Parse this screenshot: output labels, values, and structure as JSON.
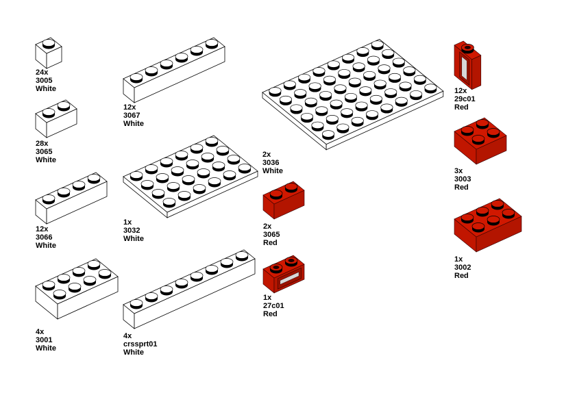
{
  "colors": {
    "White": "#ffffff",
    "Red": "#d01800",
    "Glass": "#d8d8d8",
    "Outline": "#000000"
  },
  "parts": [
    {
      "qty": "24x",
      "part": "3005",
      "color": "White"
    },
    {
      "qty": "28x",
      "part": "3065",
      "color": "White"
    },
    {
      "qty": "12x",
      "part": "3066",
      "color": "White"
    },
    {
      "qty": "4x",
      "part": "3001",
      "color": "White"
    },
    {
      "qty": "12x",
      "part": "3067",
      "color": "White"
    },
    {
      "qty": "1x",
      "part": "3032",
      "color": "White"
    },
    {
      "qty": "4x",
      "part": "crssprt01",
      "color": "White"
    },
    {
      "qty": "2x",
      "part": "3036",
      "color": "White"
    },
    {
      "qty": "2x",
      "part": "3065",
      "color": "Red"
    },
    {
      "qty": "1x",
      "part": "27c01",
      "color": "Red"
    },
    {
      "qty": "12x",
      "part": "29c01",
      "color": "Red"
    },
    {
      "qty": "3x",
      "part": "3003",
      "color": "Red"
    },
    {
      "qty": "1x",
      "part": "3002",
      "color": "Red"
    }
  ]
}
